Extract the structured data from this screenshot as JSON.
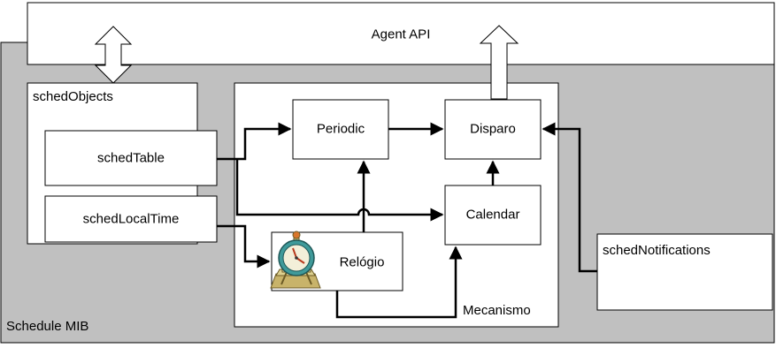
{
  "diagram": {
    "agent_api": "Agent API",
    "schedule_mib": "Schedule MIB",
    "sched_objects": "schedObjects",
    "sched_table": "schedTable",
    "sched_local_time": "schedLocalTime",
    "periodic": "Periodic",
    "disparo": "Disparo",
    "calendar": "Calendar",
    "relogio": "Relógio",
    "mecanismo": "Mecanismo",
    "sched_notifications": "schedNotifications"
  },
  "colors": {
    "mib_background": "#c0c0c0",
    "box_fill": "#ffffff",
    "stroke": "#000000",
    "clock_teal": "#3f9a9a",
    "clock_orange": "#d9762b",
    "clock_base": "#c8b36a"
  },
  "icons": {
    "clock": "alarm-clock-icon"
  }
}
